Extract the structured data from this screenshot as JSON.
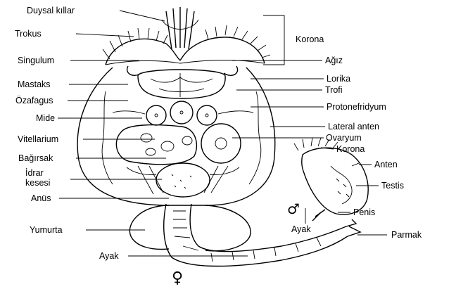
{
  "figure": {
    "labels": {
      "duysal_killar": "Duysal kıllar",
      "trokus": "Trokus",
      "singulum": "Singulum",
      "mastaks": "Mastaks",
      "ozafagus": "Özafagus",
      "mide": "Mide",
      "vitellarium": "Vitellarium",
      "bagirsak": "Bağırsak",
      "idrar_kesesi_line1": "İdrar",
      "idrar_kesesi_line2": "kesesi",
      "anus": "Anüs",
      "yumurta": "Yumurta",
      "ayak_female": "Ayak",
      "korona_female": "Korona",
      "agiz": "Ağız",
      "lorika": "Lorika",
      "trofi": "Trofi",
      "protonefridyum": "Protonefridyum",
      "lateral_anten": "Lateral anten",
      "ovaryum": "Ovaryum",
      "korona_male": "Korona",
      "anten": "Anten",
      "testis": "Testis",
      "penis": "Penis",
      "ayak_male": "Ayak",
      "parmak": "Parmak"
    },
    "symbols": {
      "female": "♀",
      "male": "♂"
    }
  }
}
